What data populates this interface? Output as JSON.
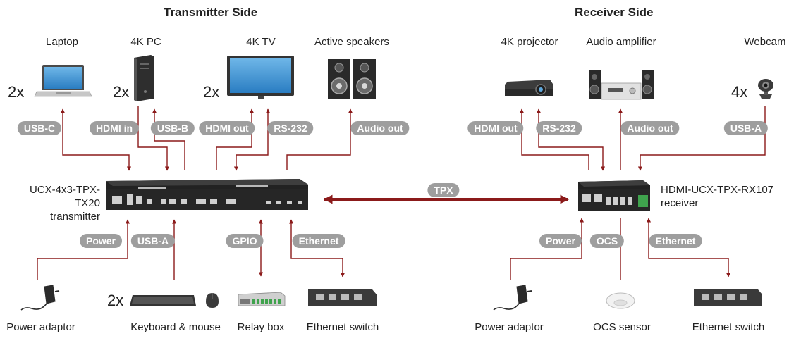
{
  "titles": {
    "transmitter": "Transmitter Side",
    "receiver": "Receiver Side"
  },
  "devices": {
    "laptop": "Laptop",
    "pc": "4K PC",
    "tv": "4K TV",
    "speakers": "Active speakers",
    "projector": "4K projector",
    "amplifier": "Audio amplifier",
    "webcam": "Webcam",
    "power_adaptor_tx": "Power adaptor",
    "keyboard_mouse": "Keyboard & mouse",
    "relay_box": "Relay box",
    "ethernet_switch_tx": "Ethernet switch",
    "power_adaptor_rx": "Power adaptor",
    "ocs_sensor": "OCS sensor",
    "ethernet_switch_rx": "Ethernet switch"
  },
  "multipliers": {
    "laptop": "2x",
    "pc": "2x",
    "tv": "2x",
    "webcam": "4x",
    "keyboard": "2x"
  },
  "connections": {
    "usb_c": "USB-C",
    "hdmi_in": "HDMI in",
    "usb_b": "USB-B",
    "hdmi_out_tx": "HDMI out",
    "rs232_tx": "RS-232",
    "audio_out_tx": "Audio out",
    "power_tx": "Power",
    "usb_a_tx": "USB-A",
    "gpio": "GPIO",
    "ethernet_tx": "Ethernet",
    "tpx": "TPX",
    "hdmi_out_rx": "HDMI out",
    "rs232_rx": "RS-232",
    "audio_out_rx": "Audio out",
    "usb_a_rx": "USB-A",
    "power_rx": "Power",
    "ocs": "OCS",
    "ethernet_rx": "Ethernet"
  },
  "transmitter": {
    "model": "UCX-4x3-TPX-TX20",
    "role": "transmitter"
  },
  "receiver": {
    "model": "HDMI-UCX-TPX-RX107",
    "role": "receiver"
  },
  "colors": {
    "line": "#8b1a1a",
    "pill": "#9e9e9e",
    "device": "#2b2b2b"
  }
}
